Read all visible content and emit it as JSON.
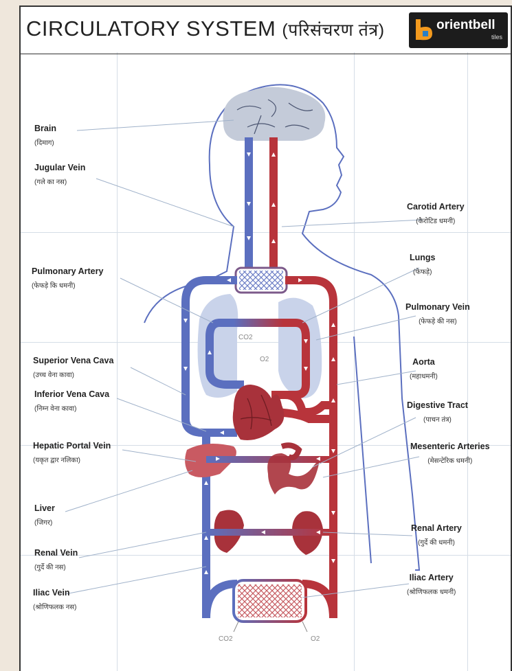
{
  "header": {
    "title_en": "CIRCULATORY SYSTEM",
    "title_hi": "(परिसंचरण तंत्र)",
    "brand_name": "orientbell",
    "brand_sub": "tiles"
  },
  "labels_left": [
    {
      "en": "Brain",
      "hi": "(दिमाग)"
    },
    {
      "en": "Jugular Vein",
      "hi": "(गले का नस)"
    },
    {
      "en": "Pulmonary Artery",
      "hi": "(फेफड़े कि धमनी)"
    },
    {
      "en": "Superior Vena Cava",
      "hi": "(उच्च वेना कावा)"
    },
    {
      "en": "Inferior Vena Cava",
      "hi": "(निम्न वेना कावा)"
    },
    {
      "en": "Hepatic Portal Vein",
      "hi": "(यकृत द्वार नलिका)"
    },
    {
      "en": "Liver",
      "hi": "(जिगर)"
    },
    {
      "en": "Renal Vein",
      "hi": "(गुर्दे की नस)"
    },
    {
      "en": "Iliac Vein",
      "hi": "(श्रोणिफलक नस)"
    }
  ],
  "labels_right": [
    {
      "en": "Carotid Artery",
      "hi": "(कैरोटिड धमनी)"
    },
    {
      "en": "Lungs",
      "hi": "(फेफड़े)"
    },
    {
      "en": "Pulmonary Vein",
      "hi": "(फेफड़े की नस)"
    },
    {
      "en": "Aorta",
      "hi": "(महाधमनी)"
    },
    {
      "en": "Digestive Tract",
      "hi": "(पाचन तंत्र)"
    },
    {
      "en": "Mesenteric Arteries",
      "hi": "(मेसन्टेरिक धमनी)"
    },
    {
      "en": "Renal Artery",
      "hi": "(गुर्दे की धमनी)"
    },
    {
      "en": "Iliac Artery",
      "hi": "(श्रोणिफलक धमनी)"
    }
  ],
  "gases": {
    "co2_lung": "CO2",
    "o2_lung": "O2",
    "co2_body": "CO2",
    "o2_body": "O2"
  },
  "colors": {
    "vein": "#5b6fbf",
    "artery": "#b8343b",
    "organ": "#a8323b",
    "lung": "#c9d3ea",
    "brain": "#c4cbd9"
  }
}
